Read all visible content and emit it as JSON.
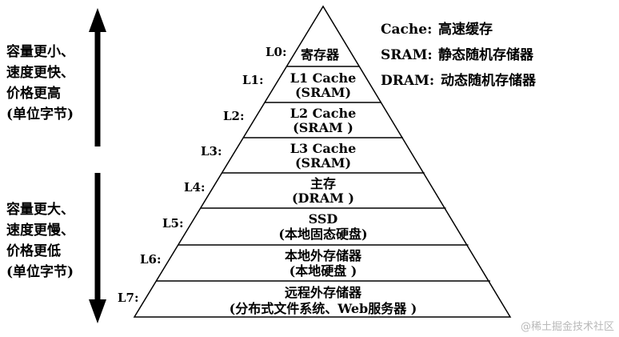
{
  "levels": [
    {
      "id": "L0",
      "label": "L0:",
      "lines": [
        "寄存器"
      ]
    },
    {
      "id": "L1",
      "label": "L1:",
      "lines": [
        "L1 Cache",
        "(SRAM)"
      ]
    },
    {
      "id": "L2",
      "label": "L2:",
      "lines": [
        "L2 Cache",
        "(SRAM )"
      ]
    },
    {
      "id": "L3",
      "label": "L3:",
      "lines": [
        "L3 Cache",
        "(SRAM)"
      ]
    },
    {
      "id": "L4",
      "label": "L4:",
      "lines": [
        "主存",
        "(DRAM )"
      ]
    },
    {
      "id": "L5",
      "label": "L5:",
      "lines": [
        "SSD",
        "(本地固态硬盘)"
      ]
    },
    {
      "id": "L6",
      "label": "L6:",
      "lines": [
        "本地外存储器",
        "(本地硬盘 )"
      ]
    },
    {
      "id": "L7",
      "label": "L7:",
      "lines": [
        "远程外存储器",
        "(分布式文件系统、Web服务器 )"
      ]
    }
  ],
  "top_note": [
    "容量更小、",
    "速度更快、",
    "价格更高",
    "(单位字节)"
  ],
  "bottom_note": [
    "容量更大、",
    "速度更慢、",
    "价格更低",
    "(单位字节)"
  ],
  "legend": [
    {
      "term": "Cache:",
      "desc": "高速缓存"
    },
    {
      "term": "SRAM:",
      "desc": "静态随机存储器"
    },
    {
      "term": "DRAM:",
      "desc": "动态随机存储器"
    }
  ],
  "watermark": "@稀土掘金技术社区",
  "colors": {
    "stroke": "#000000",
    "background": "#ffffff",
    "watermark": "#b9b9b9"
  }
}
